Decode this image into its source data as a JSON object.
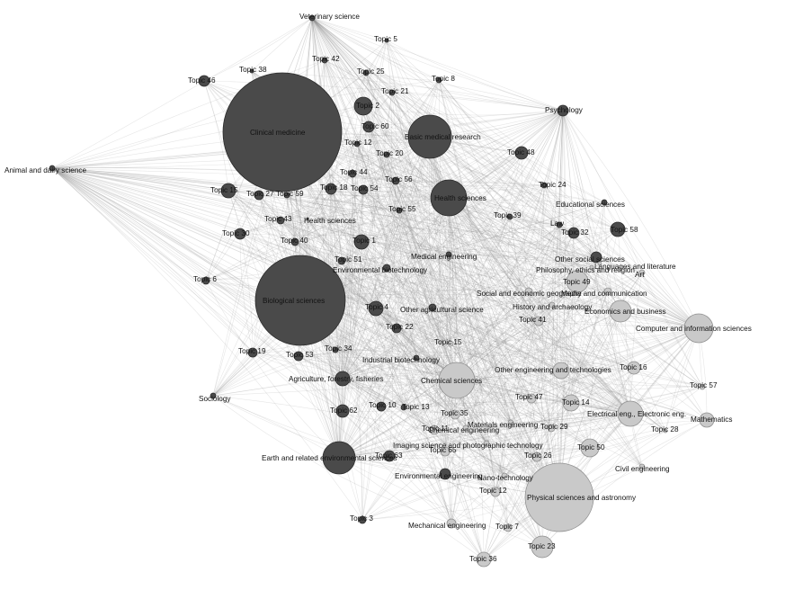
{
  "network": {
    "colors": {
      "background": "#ffffff",
      "edge": "#8c8c8c",
      "cluster_dark": "#4a4a4a",
      "cluster_light": "#c9c9c9"
    },
    "nodes": [
      {
        "id": "vet",
        "label": "Veterinary science",
        "shade": "dark"
      },
      {
        "id": "t5",
        "label": "Topic 5",
        "shade": "dark"
      },
      {
        "id": "t42",
        "label": "Topic 42",
        "shade": "dark"
      },
      {
        "id": "t38",
        "label": "Topic 38",
        "shade": "dark"
      },
      {
        "id": "t46",
        "label": "Topic 46",
        "shade": "dark"
      },
      {
        "id": "t25",
        "label": "Topic 25",
        "shade": "dark"
      },
      {
        "id": "t8",
        "label": "Topic 8",
        "shade": "dark"
      },
      {
        "id": "t21",
        "label": "Topic 21",
        "shade": "dark"
      },
      {
        "id": "t2",
        "label": "Topic 2",
        "shade": "dark"
      },
      {
        "id": "clin",
        "label": "Clinical medicine",
        "shade": "dark"
      },
      {
        "id": "t60",
        "label": "Topic 60",
        "shade": "dark"
      },
      {
        "id": "basic",
        "label": "Basic medical research",
        "shade": "dark"
      },
      {
        "id": "psy",
        "label": "Psychology",
        "shade": "dark"
      },
      {
        "id": "t12",
        "label": "Topic 12",
        "shade": "dark"
      },
      {
        "id": "t20",
        "label": "Topic 20",
        "shade": "dark"
      },
      {
        "id": "t48",
        "label": "Topic 48",
        "shade": "dark"
      },
      {
        "id": "animal",
        "label": "Animal and dairy science",
        "shade": "dark"
      },
      {
        "id": "t44",
        "label": "Topic 44",
        "shade": "dark"
      },
      {
        "id": "t56",
        "label": "Topic 56",
        "shade": "dark"
      },
      {
        "id": "t24",
        "label": "Topic 24",
        "shade": "dark"
      },
      {
        "id": "t15",
        "label": "Topic 15",
        "shade": "dark"
      },
      {
        "id": "t27",
        "label": "Topic 27",
        "shade": "dark"
      },
      {
        "id": "t59",
        "label": "Topic 59",
        "shade": "dark"
      },
      {
        "id": "t18",
        "label": "Topic 18",
        "shade": "dark"
      },
      {
        "id": "t54",
        "label": "Topic 54",
        "shade": "dark"
      },
      {
        "id": "health",
        "label": "Health sciences",
        "shade": "dark"
      },
      {
        "id": "edu",
        "label": "Educational sciences",
        "shade": "dark"
      },
      {
        "id": "t55",
        "label": "Topic 55",
        "shade": "dark"
      },
      {
        "id": "t39",
        "label": "Topic 39",
        "shade": "dark"
      },
      {
        "id": "law",
        "label": "Law",
        "shade": "dark"
      },
      {
        "id": "t43",
        "label": "Topic 43",
        "shade": "dark"
      },
      {
        "id": "health2",
        "label": "Health sciences",
        "shade": "dark"
      },
      {
        "id": "t32",
        "label": "Topic 32",
        "shade": "dark"
      },
      {
        "id": "t58",
        "label": "Topic 58",
        "shade": "dark"
      },
      {
        "id": "t30",
        "label": "Topic 30",
        "shade": "dark"
      },
      {
        "id": "t40",
        "label": "Topic 40",
        "shade": "dark"
      },
      {
        "id": "t1",
        "label": "Topic 1",
        "shade": "dark"
      },
      {
        "id": "medeng",
        "label": "Medical engineering",
        "shade": "dark"
      },
      {
        "id": "othersoc",
        "label": "Other social sciences",
        "shade": "dark"
      },
      {
        "id": "langlit",
        "label": "Languages and literature",
        "shade": "light"
      },
      {
        "id": "t51",
        "label": "Topic 51",
        "shade": "dark"
      },
      {
        "id": "envbio",
        "label": "Environmental biotechnology",
        "shade": "dark"
      },
      {
        "id": "philo",
        "label": "Philosophy, ethics and religion",
        "shade": "light"
      },
      {
        "id": "art",
        "label": "Art",
        "shade": "light"
      },
      {
        "id": "t6",
        "label": "Topic 6",
        "shade": "dark"
      },
      {
        "id": "t49",
        "label": "Topic 49",
        "shade": "light"
      },
      {
        "id": "bio",
        "label": "Biological sciences",
        "shade": "dark"
      },
      {
        "id": "socecon",
        "label": "Social and economic geography",
        "shade": "light"
      },
      {
        "id": "media",
        "label": "Media and communication",
        "shade": "light"
      },
      {
        "id": "t4",
        "label": "Topic 4",
        "shade": "dark"
      },
      {
        "id": "otheragri",
        "label": "Other agricultural science",
        "shade": "dark"
      },
      {
        "id": "hist",
        "label": "History and archaeology",
        "shade": "light"
      },
      {
        "id": "econbus",
        "label": "Economics and business",
        "shade": "light"
      },
      {
        "id": "t22",
        "label": "Topic 22",
        "shade": "dark"
      },
      {
        "id": "t41",
        "label": "Topic 41",
        "shade": "light"
      },
      {
        "id": "t15b",
        "label": "Topic 15",
        "shade": "light"
      },
      {
        "id": "cis",
        "label": "Computer and information sciences",
        "shade": "light"
      },
      {
        "id": "t19",
        "label": "Topic 19",
        "shade": "dark"
      },
      {
        "id": "t34",
        "label": "Topic 34",
        "shade": "dark"
      },
      {
        "id": "t53",
        "label": "Topic 53",
        "shade": "dark"
      },
      {
        "id": "indbio",
        "label": "Industrial biotechnology",
        "shade": "dark"
      },
      {
        "id": "othereng",
        "label": "Other engineering and technologies",
        "shade": "light"
      },
      {
        "id": "t16",
        "label": "Topic 16",
        "shade": "light"
      },
      {
        "id": "agri",
        "label": "Agriculture, forestry, fisheries",
        "shade": "dark"
      },
      {
        "id": "chem",
        "label": "Chemical sciences",
        "shade": "light"
      },
      {
        "id": "t57",
        "label": "Topic 57",
        "shade": "light"
      },
      {
        "id": "socio",
        "label": "Sociology",
        "shade": "dark"
      },
      {
        "id": "t47",
        "label": "Topic 47",
        "shade": "light"
      },
      {
        "id": "t14",
        "label": "Topic 14",
        "shade": "light"
      },
      {
        "id": "t10",
        "label": "Topic 10",
        "shade": "dark"
      },
      {
        "id": "t13",
        "label": "Topic 13",
        "shade": "dark"
      },
      {
        "id": "t62",
        "label": "Topic 62",
        "shade": "dark"
      },
      {
        "id": "t35",
        "label": "Topic 35",
        "shade": "light"
      },
      {
        "id": "eleceng",
        "label": "Electrical eng., Electronic eng.",
        "shade": "light"
      },
      {
        "id": "math",
        "label": "Mathematics",
        "shade": "light"
      },
      {
        "id": "mateng",
        "label": "Materials engineering",
        "shade": "light"
      },
      {
        "id": "t11",
        "label": "Topic 11",
        "shade": "light"
      },
      {
        "id": "chemeng",
        "label": "Chemical engineering",
        "shade": "light"
      },
      {
        "id": "t29",
        "label": "Topic 29",
        "shade": "light"
      },
      {
        "id": "t28",
        "label": "Topic 28",
        "shade": "light"
      },
      {
        "id": "imaging",
        "label": "Imaging science and photographic technology",
        "shade": "light"
      },
      {
        "id": "t50",
        "label": "Topic 50",
        "shade": "light"
      },
      {
        "id": "earth",
        "label": "Earth and related environmental sciences",
        "shade": "dark"
      },
      {
        "id": "t63",
        "label": "Topic 63",
        "shade": "dark"
      },
      {
        "id": "t65",
        "label": "Topic 65",
        "shade": "light"
      },
      {
        "id": "t26",
        "label": "Topic 26",
        "shade": "light"
      },
      {
        "id": "civil",
        "label": "Civil engineering",
        "shade": "light"
      },
      {
        "id": "enveng",
        "label": "Environmental engineering",
        "shade": "dark"
      },
      {
        "id": "nano",
        "label": "Nano-technology",
        "shade": "light"
      },
      {
        "id": "t12b",
        "label": "Topic 12",
        "shade": "light"
      },
      {
        "id": "phys",
        "label": "Physical sciences and astronomy",
        "shade": "light"
      },
      {
        "id": "t3",
        "label": "Topic 3",
        "shade": "dark"
      },
      {
        "id": "mecheng",
        "label": "Mechanical engineering",
        "shade": "light"
      },
      {
        "id": "t7",
        "label": "Topic 7",
        "shade": "light"
      },
      {
        "id": "t23",
        "label": "Topic 23",
        "shade": "light"
      },
      {
        "id": "t36",
        "label": "Topic 36",
        "shade": "light"
      }
    ]
  }
}
